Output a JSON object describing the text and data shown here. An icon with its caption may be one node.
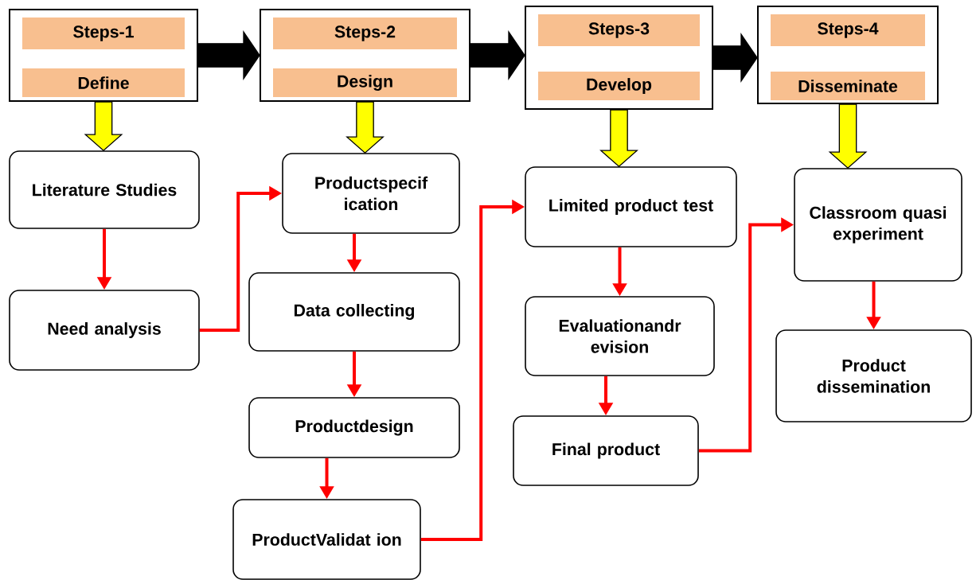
{
  "diagram": {
    "nodes": [
      {
        "text": [],
        "shape": "box"
      },
      {
        "text": [
          "Steps-1"
        ],
        "in": 0
      },
      {
        "text": [
          "Define"
        ],
        "in": 0
      },
      {
        "text": [],
        "shape": "box"
      },
      {
        "text": [
          "Steps-2"
        ],
        "in": 3
      },
      {
        "text": [
          "Design"
        ],
        "in": 3
      },
      {
        "text": [],
        "shape": "box"
      },
      {
        "text": [
          "Steps-3"
        ],
        "in": 6
      },
      {
        "text": [
          "Develop"
        ],
        "in": 6
      },
      {
        "text": [],
        "shape": "box"
      },
      {
        "text": [
          "Steps-4"
        ],
        "in": 9
      },
      {
        "text": [
          "Disseminate"
        ],
        "in": 9
      },
      {
        "text": [
          "Literature Studies"
        ]
      },
      {
        "text": [
          "Need analysis"
        ]
      },
      {
        "text": [
          "Productspecif ication"
        ]
      },
      {
        "text": [
          "Data collecting"
        ]
      },
      {
        "text": [
          "Productdesign"
        ]
      },
      {
        "text": [
          "ProductValidat ion"
        ]
      },
      {
        "text": [
          "Limited product test"
        ]
      },
      {
        "text": [
          "Evaluationandr evision"
        ]
      },
      {
        "text": [
          "Final product"
        ]
      },
      {
        "text": [
          "Classroom quasi experiment"
        ]
      },
      {
        "text": [
          "Product dissemination"
        ]
      }
    ],
    "edges": [
      {
        "from": 0,
        "to": 3,
        "arrow": "to",
        "style": "thick",
        "color": "#000000"
      },
      {
        "from": 3,
        "to": 6,
        "arrow": "to",
        "style": "thick",
        "color": "#000000"
      },
      {
        "from": 6,
        "to": 9,
        "arrow": "to",
        "style": "thick",
        "color": "#000000"
      },
      {
        "from": 0,
        "to": 12,
        "arrow": "to",
        "style": "thick",
        "color": "#ffff00"
      },
      {
        "from": 3,
        "to": 14,
        "arrow": "to",
        "style": "thick",
        "color": "#ffff00"
      },
      {
        "from": 6,
        "to": 18,
        "arrow": "to",
        "style": "thick",
        "color": "#ffff00"
      },
      {
        "from": 9,
        "to": 21,
        "arrow": "to",
        "style": "thick",
        "color": "#ffff00"
      },
      {
        "from": 12,
        "to": 13,
        "arrow": "to"
      },
      {
        "from": 13,
        "to": 14,
        "arrow": "to"
      },
      {
        "from": 14,
        "to": 15,
        "arrow": "to"
      },
      {
        "from": 15,
        "to": 16,
        "arrow": "to"
      },
      {
        "from": 16,
        "to": 17,
        "arrow": "to"
      },
      {
        "from": 17,
        "to": 18,
        "arrow": "to"
      },
      {
        "from": 18,
        "to": 19,
        "arrow": "to"
      },
      {
        "from": 19,
        "to": 20,
        "arrow": "to"
      },
      {
        "from": 20,
        "to": 21,
        "arrow": "to"
      },
      {
        "from": 21,
        "to": 22,
        "arrow": "to"
      }
    ]
  }
}
